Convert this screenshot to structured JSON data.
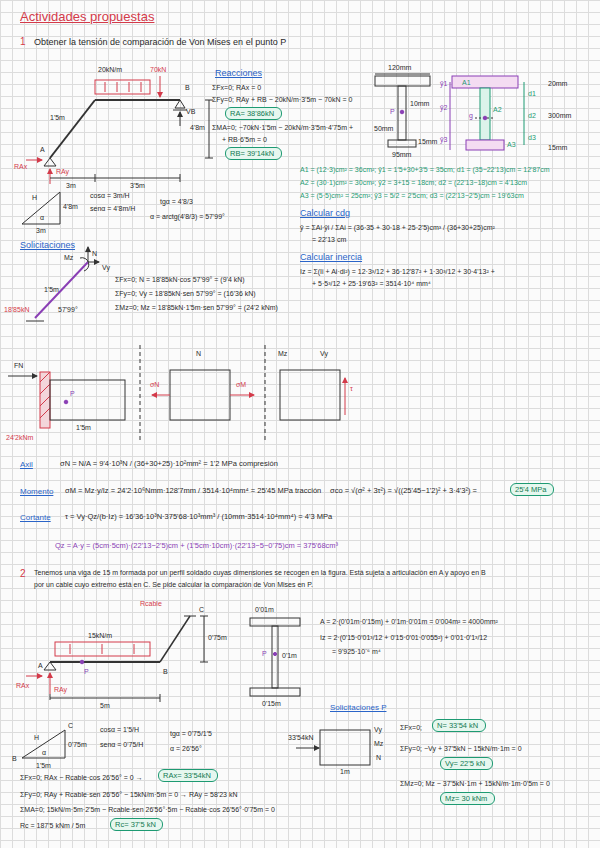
{
  "diagram": {
    "title": "Actividades propuestas",
    "nodes": [
      {
        "text": [
          "RA= 38'86kN"
        ]
      },
      {
        "text": [
          "RB= 39'14kN"
        ]
      },
      {
        "text": [
          "25'4 MPa"
        ]
      },
      {
        "text": [
          "RAx= 33'54kN"
        ]
      },
      {
        "text": [
          "Rc= 37'5 kN"
        ]
      },
      {
        "text": [
          "N= 33'54 kN"
        ]
      },
      {
        "text": [
          "Vy= 22'5 kN"
        ]
      },
      {
        "text": [
          "Mz= 30 kNm"
        ]
      }
    ],
    "labels": [
      "1",
      "Obtener la tensión de comparación de Von Mises en el punto P",
      "20kN/m",
      "70kN",
      "B",
      "VB",
      "4'8m",
      "1'5m",
      "A",
      "RAx",
      "RAy",
      "3m",
      "3'5m",
      "Reacciones",
      "ΣFx=0; RAx = 0",
      "ΣFy=0; RAy + RB − 20kN/m·3'5m − 70kN = 0",
      "ΣMA=0; −70kN·1'5m − 20kN/m·3'5m·4'75m +",
      "+ RB·6'5m = 0",
      "120mm",
      "10mm",
      "50mm",
      "P",
      "15mm",
      "95mm",
      "A1",
      "A2",
      "A3",
      "ȳ1",
      "ȳ2",
      "ȳ3",
      "g",
      "d1",
      "d2",
      "d3",
      "20mm",
      "300mm",
      "15mm",
      "A1 = (12·3)cm² = 36cm²; ȳ1 = 1'5+30+3'5 = 35cm; d1 = (35−22'13)cm = 12'87cm",
      "A2 = (30·1)cm² = 30cm²; ȳ2 = 3+15 = 18cm; d2 = (22'13−18)cm = 4'13cm",
      "A3 = (5·5)cm² = 25cm²; ȳ3 = 5/2 = 2'5cm; d3 = (22'13−2'5)cm = 19'63cm",
      "H",
      "4'8m",
      "α",
      "3m",
      "cosα = 3m/H",
      "senα = 4'8m/H",
      "tgα = 4'8/3",
      "α = arctg(4'8/3) = 57'99°",
      "Calcular cdg",
      "ȳ = ΣAi·ȳi / ΣAi = (36·35 + 30·18 + 25·2'5)cm³ / (36+30+25)cm²",
      "= 22'13 cm",
      "Calcular inercia",
      "Iz = Σ(Ii + Ai·di²) = 12·3³/12 + 36·12'87² + 1·30³/12 + 30·4'13² +",
      "+ 5·5³/12 + 25·19'63² = 3514·10⁴ mm⁴",
      "Solicitaciones",
      "N",
      "Vy",
      "Mz",
      "18'85kN",
      "1'5m",
      "57'99°",
      "ΣFx=0; N = 18'85kN·cos 57'99° = (9'4 kN)",
      "ΣFy=0; Vy = 18'85kN·sen 57'99° = (16'36 kN)",
      "ΣMz=0; Mz = 18'85kN·1'5m·sen 57'99° = (24'2 kNm)",
      "FN",
      "24'2kNm",
      "P",
      "1'5m",
      "N",
      "σN",
      "σM",
      "Mz",
      "Vy",
      "τ",
      "Axil",
      "σN = N/A = 9'4·10³N / (36+30+25)·10²mm² = 1'2 MPa compresión",
      "Momento",
      "σM = Mz·y/Iz = 24'2·10⁶Nmm·128'7mm / 3514·10⁴mm⁴ = 25'45 MPa tracción",
      "Cortante",
      "τ = Vy·Qz/(b·Iz) = 16'36·10³N·375'68·10³mm³ / (10mm·3514·10⁴mm⁴) = 4'3 MPa",
      "Qz = A·y = (5cm·5cm)·(22'13−2'5)cm + (1'5cm·10cm)·(22'13−5−0'75)cm = 375'68cm³",
      "σco = √(σ² + 3τ²) = √((25'45−1'2)² + 3·4'3²) =",
      "2",
      "Tenemos una viga de 15 m formada por un perfil soldado cuyas dimensiones se recogen en la figura. Está sujeta a articulación en A y apoyo en B",
      "por un cable cuyo extremo está en C. Se pide calcular la comparación de Von Mises en P.",
      "Rcable",
      "C",
      "15kN/m",
      "0'75m",
      "B",
      "A",
      "P",
      "RAx",
      "RAy",
      "5m",
      "0'01m",
      "0'1m",
      "0'15m",
      "P",
      "A = 2·(0'01m·0'15m) + 0'1m·0'01m = 0'004m² = 4000mm²",
      "Iz = 2·(0'15·0'01³/12 + 0'15·0'01·0'055²) + 0'01·0'1³/12",
      "= 9'925·10⁻⁶ m⁴",
      "C",
      "H",
      "B",
      "0'75m",
      "1'5m",
      "α",
      "cosα = 1'5/H",
      "senα = 0'75/H",
      "tgα = 0'75/1'5",
      "α = 26'56°",
      "ΣFx=0; RAx − Rcable·cos 26'56° = 0 →",
      "ΣFy=0; RAy + Rcable·sen 26'56° − 15kN/m·5m = 0 → RAy = 58'23 kN",
      "ΣMA=0; 15kN/m·5m·2'5m − Rcable·sen 26'56°·5m − Rcable·cos 26'56°·0'75m = 0",
      "Rc = 187'5 kNm / 5m",
      "Solicitaciones P",
      "33'54kN",
      "1m",
      "Vy",
      "Mz",
      "N",
      "ΣFx=0;",
      "ΣFy=0; −Vy + 37'5kN − 15kN/m·1m = 0",
      "ΣMz=0; Mz − 37'5kN·1m + 15kN/m·1m·0'5m = 0"
    ]
  }
}
